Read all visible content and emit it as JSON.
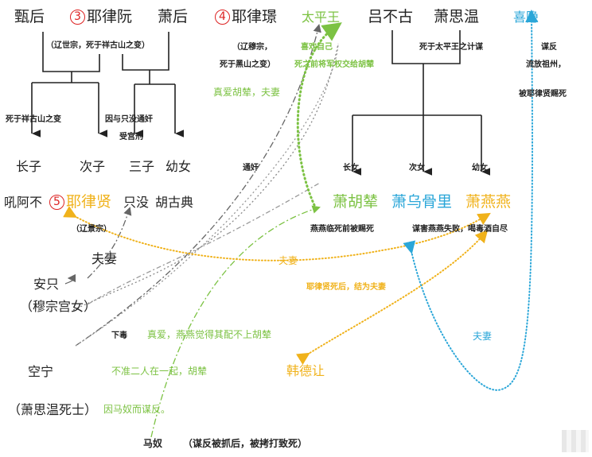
{
  "top_row": {
    "zhen_hou": "甄后",
    "num3": "3",
    "yelv_ruan": "耶律阮",
    "xiao_hou": "萧后",
    "num4": "4",
    "yelv_jing": "耶律璟",
    "taiping_wang": "太平王",
    "lv_bugu": "吕不古",
    "xiao_siwen": "萧思温",
    "xi_yin": "喜隐"
  },
  "notes": {
    "shizong": "（辽世宗，死于祥古山之变）",
    "muzong_1": "（辽穆宗，",
    "muzong_2": "死于黑山之变）",
    "likes_self": "喜欢自己",
    "gave_power": "死之前将军权交给胡辇",
    "true_love_spouse": "真爱胡辇，夫妻",
    "died_plot": "死于太平王之计谋",
    "rebel": "谋反",
    "exiled": "流放祖州，",
    "executed": "被耶律贤赐死",
    "died_xianggu": "死于祥古山之变",
    "adultery_1": "因与只没通奸",
    "adultery_2": "受宫刑",
    "adultery": "通奸",
    "jingzong": "（辽景宗）",
    "yanyan_died": "燕燕临死前被赐死",
    "plot_failed": "谋害燕燕失败，喝毒酒自尽",
    "spouse_black": "夫妻",
    "spouse_yellow": "夫妻",
    "after_death_married": "耶律贤死后，结为夫妻",
    "poison": "下毒",
    "true_love_unworthy": "真爱，燕燕觉得其配不上胡辇",
    "spouse_blue": "夫妻",
    "not_allowed": "不准二人在一起，胡辇",
    "rebel_because": "因马奴而谋反。",
    "ma_nu": "马奴",
    "ma_nu_fate": "（谋反被抓后，被拷打致死）"
  },
  "children_row": {
    "eldest_son": "长子",
    "second_son": "次子",
    "third_son": "三子",
    "youngest_daughter": "幼女",
    "eldest_daughter": "长女",
    "second_daughter": "次女",
    "youngest_daughter_2": "幼女"
  },
  "third_row": {
    "hou_abu": "吼阿不",
    "num5": "5",
    "yelv_xian": "耶律贤",
    "zhi_mei": "只没",
    "hu_gudian": "胡古典",
    "xiao_hunian": "萧胡辇",
    "xiao_wuguli": "萧乌骨里",
    "xiao_yanyan": "萧燕燕"
  },
  "lower": {
    "an_zhi": "安只",
    "palace_maid": "（穆宗宫女）",
    "kong_ning": "空宁",
    "dead_guard": "（萧思温死士）",
    "han_derang": "韩德让"
  },
  "colors": {
    "green": "#7cc243",
    "blue": "#2aa6d8",
    "yellow": "#f0b21b",
    "red": "#d22222",
    "gray": "#666666"
  }
}
